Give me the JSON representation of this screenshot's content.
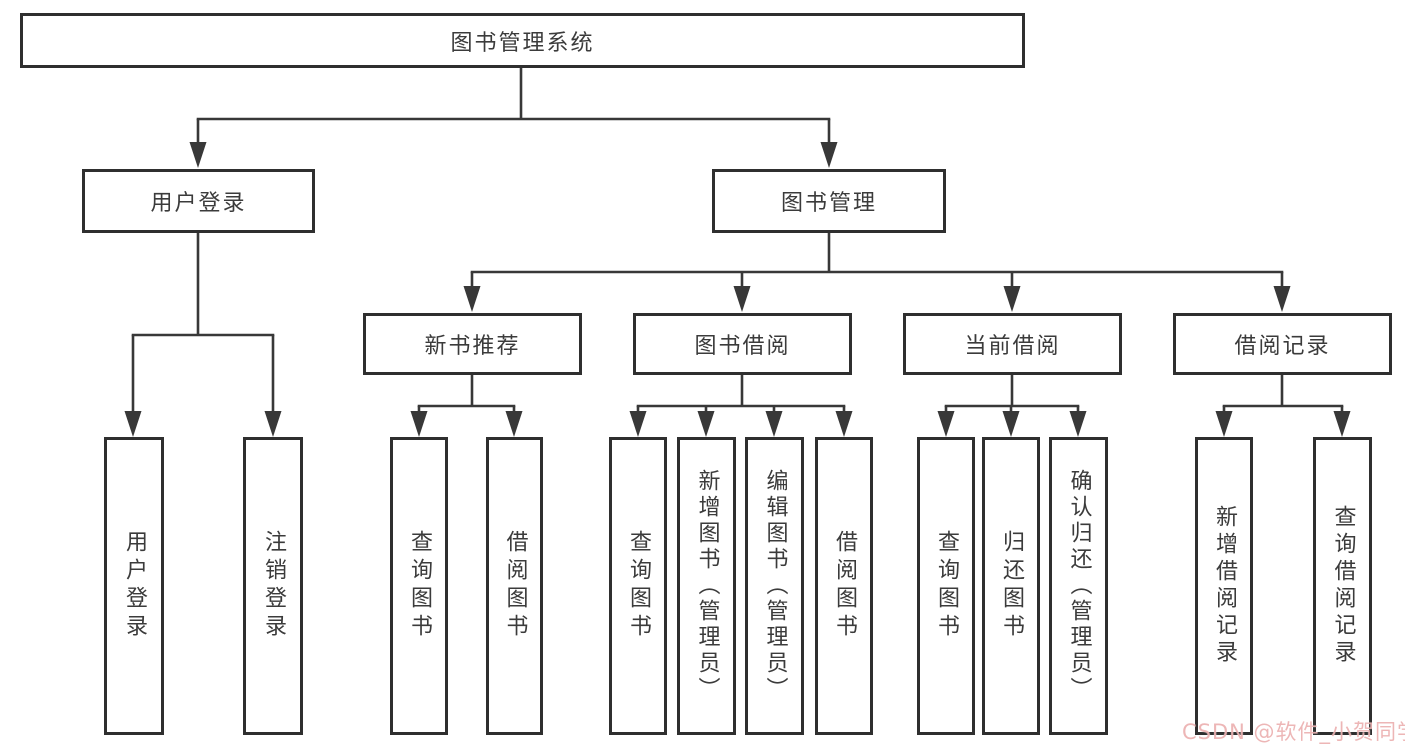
{
  "diagram": {
    "root": "图书管理系统",
    "level2": [
      "用户登录",
      "图书管理"
    ],
    "level3": [
      "新书推荐",
      "图书借阅",
      "当前借阅",
      "借阅记录"
    ],
    "leaves": {
      "user": [
        "用户登录",
        "注销登录"
      ],
      "newbook": [
        "查询图书",
        "借阅图书"
      ],
      "borrow": [
        "查询图书",
        "新增图书（管理员）",
        "编辑图书（管理员）",
        "借阅图书"
      ],
      "current": [
        "查询图书",
        "归还图书",
        "确认归还（管理员）"
      ],
      "record": [
        "新增借阅记录",
        "查询借阅记录"
      ]
    }
  },
  "watermark": "CSDN @软件_小贺同学",
  "colors": {
    "line": "#383838",
    "border": "#2f2f2f",
    "text": "#3b3b3b",
    "watermark": "#e79e9e",
    "background": "#ffffff"
  }
}
